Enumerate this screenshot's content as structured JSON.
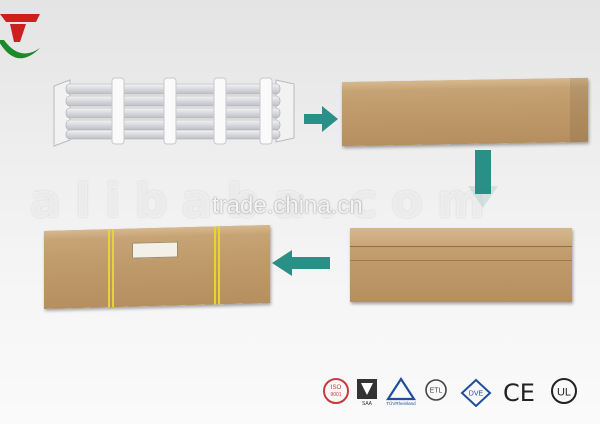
{
  "watermark": {
    "site_big": "alibaba.com",
    "site_trade": "trade.china.cn"
  },
  "colors": {
    "arrow": "#2a8f86",
    "carton": "#c2a06f",
    "band": "#e8d23a",
    "logo_red": "#cc2020",
    "logo_green": "#1a8a2a"
  },
  "packing_steps": [
    {
      "step": "tube-bundle",
      "description_icon": "tube-bundle-image"
    },
    {
      "step": "sealed-carton",
      "description_icon": "carton-image"
    },
    {
      "step": "stacked-carton",
      "description_icon": "carton-image"
    },
    {
      "step": "banded-carton",
      "description_icon": "banded-carton-image"
    }
  ],
  "arrows": [
    "arrow-right-icon",
    "arrow-down-icon",
    "arrow-left-icon"
  ],
  "certifications": [
    {
      "name": "iso-9001-icon",
      "text": "ISO 9001"
    },
    {
      "name": "saa-icon",
      "text": "SAA"
    },
    {
      "name": "tuv-icon",
      "text": "TÜVRheinland"
    },
    {
      "name": "etl-icon",
      "text": "ETL"
    },
    {
      "name": "dve-icon",
      "text": "DVE"
    },
    {
      "name": "ce-icon",
      "text": "CE"
    },
    {
      "name": "ul-icon",
      "text": "UL"
    }
  ]
}
